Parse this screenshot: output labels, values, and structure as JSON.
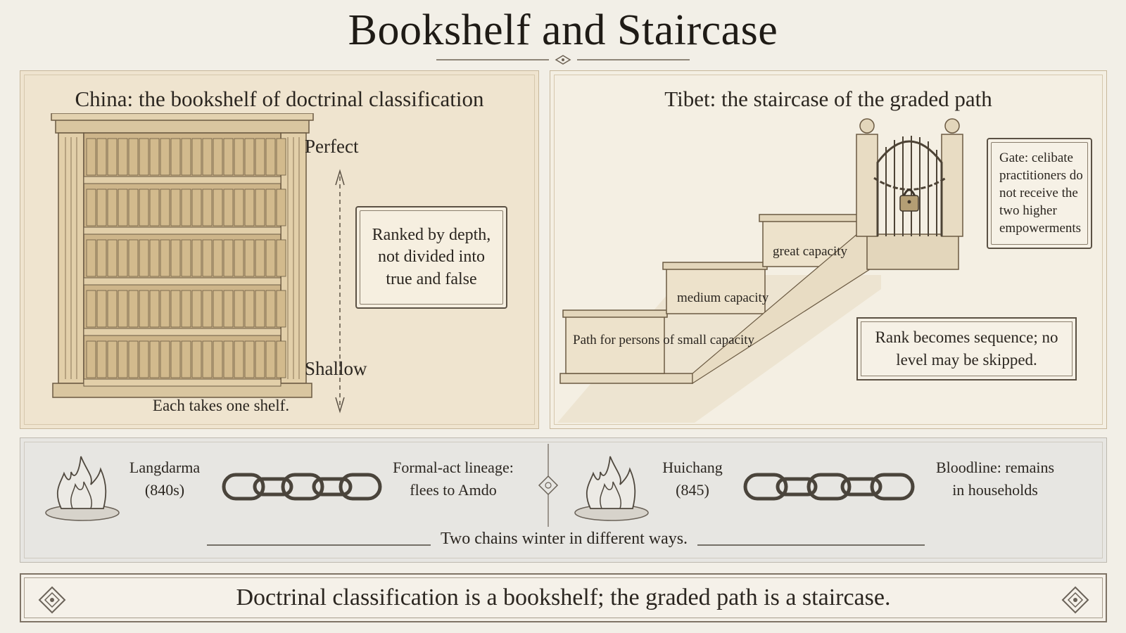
{
  "title": "Bookshelf and Staircase",
  "china": {
    "heading": "China: the bookshelf of doctrinal classification",
    "top_label": "Perfect",
    "bottom_label": "Shallow",
    "note": "Ranked by depth, not divided into true and false",
    "caption": "Each takes one shelf."
  },
  "tibet": {
    "heading": "Tibet: the staircase of the graded path",
    "step_small": "Path for persons of small capacity",
    "step_medium": "medium capacity",
    "step_great": "great capacity",
    "gate_note": "Gate: celibate practitioners do not receive the two higher empowerments",
    "rank_note": "Rank becomes sequence; no level may be skipped."
  },
  "persecutions": {
    "first_event": "Langdarma (840s)",
    "first_outcome": "Formal-act lineage: flees to Amdo",
    "second_event": "Huichang (845)",
    "second_outcome": "Bloodline: remains in households",
    "caption": "Two chains winter in different ways."
  },
  "conclusion": "Doctrinal classification is a bookshelf; the graded path is a staircase.",
  "icons": [
    "fire-icon",
    "chain-icon",
    "endless-knot-icon",
    "padlock-icon",
    "gate-icon"
  ],
  "colors": {
    "background": "#f2efe7",
    "left_panel": "#efe4cf",
    "ink": "#2b2620",
    "wood": "#d4bd93"
  }
}
